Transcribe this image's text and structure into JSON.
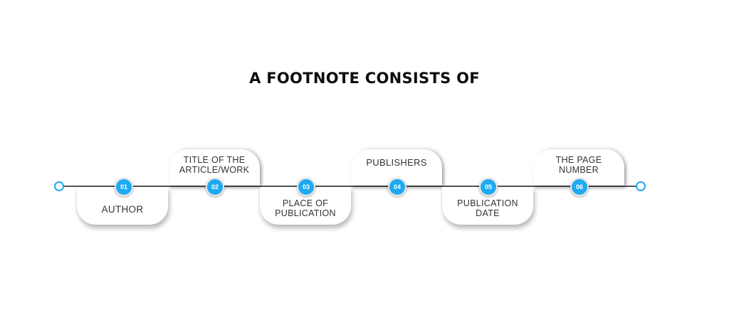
{
  "title": "A FOOTNOTE CONSISTS OF",
  "colors": {
    "accent": "#1eaaf1",
    "line": "#555555",
    "text": "#333333"
  },
  "steps": [
    {
      "number": "01",
      "label_line1": "AUTHOR",
      "label_line2": ""
    },
    {
      "number": "02",
      "label_line1": "TITLE OF THE",
      "label_line2": "ARTICLE/WORK"
    },
    {
      "number": "03",
      "label_line1": "PLACE OF",
      "label_line2": "PUBLICATION"
    },
    {
      "number": "04",
      "label_line1": "PUBLISHERS",
      "label_line2": ""
    },
    {
      "number": "05",
      "label_line1": "PUBLICATION",
      "label_line2": "DATE"
    },
    {
      "number": "06",
      "label_line1": "THE PAGE",
      "label_line2": "NUMBER"
    }
  ]
}
